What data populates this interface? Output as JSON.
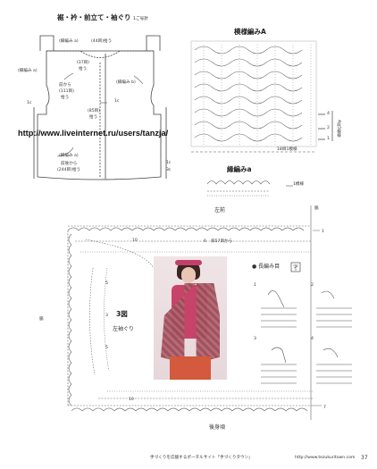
{
  "garment": {
    "top_title": "裾・衿・前立て・袖ぐり",
    "top_title_suffix": "1ご号針",
    "edge_label_top": "(縁編み a)",
    "count_top": "(44目)拾う",
    "edge_left": "(縁編み a)",
    "edge_right": "(縁編み b)",
    "count_37": "(37目)",
    "count_37b": "拾う",
    "front_label": "前から",
    "count_111": "(111目)",
    "count_111b": "拾う",
    "count_85": "(85目)",
    "count_85b": "拾う",
    "side_1c": "1c",
    "side_1c_b": "1c",
    "bottom_edge": "(縁編み a)",
    "front_back": "前後から",
    "count_244": "(244目)拾う",
    "side_1c_c": "1c",
    "side_3c": "3c"
  },
  "watermark": {
    "url": "http://www.liveinternet.ru/users/tanzja/"
  },
  "patternA": {
    "title": "模様編みA",
    "marks": [
      "4",
      "2",
      "1"
    ],
    "repeat": "4段1模様",
    "bottom_note": "18目1模様"
  },
  "edgeA": {
    "title": "縁編みa",
    "note": "1模様"
  },
  "diagram3": {
    "front_left": "左前",
    "count_10": "10",
    "count_57": "6",
    "note_57": "斜57目から",
    "fig_title": "3図",
    "armhole": "左袖ぐり",
    "mark5a": "5",
    "mark3": "3",
    "mark5b": "5",
    "mark10b": "10",
    "mark7": "7",
    "mark1": "1",
    "left_side": "脇",
    "right_side": "脇",
    "back_body": "後身頃"
  },
  "stitchGuide": {
    "title": "● 長編み目",
    "steps": [
      "1",
      "2",
      "3",
      "4"
    ]
  },
  "footer": {
    "left": "手づくりを応援するポータルサイト「手づくりタウン」",
    "right": "http://www.tezukuritown.com",
    "page": "37"
  }
}
